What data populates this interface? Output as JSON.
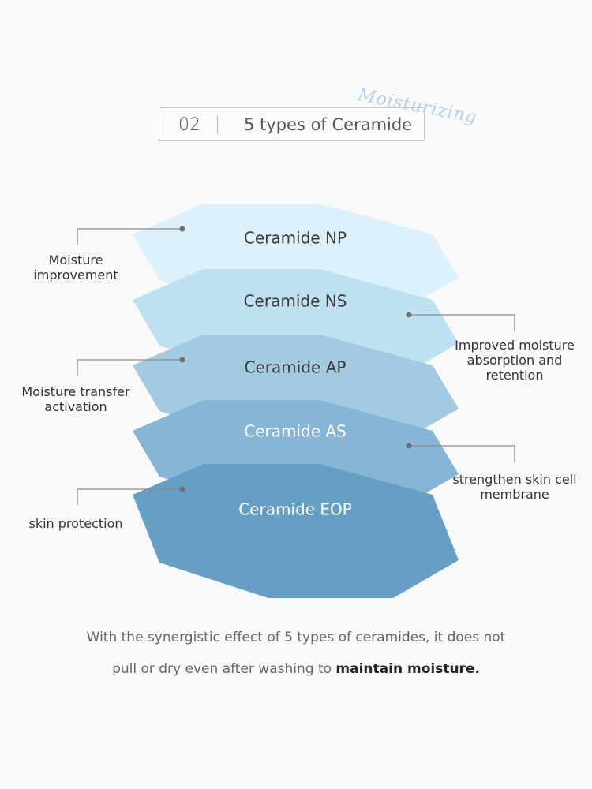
{
  "header": {
    "number": "02",
    "title": "5 types of Ceramide",
    "script_word": "Moisturizing"
  },
  "layers": [
    {
      "name": "Ceramide NP",
      "color": "#dcf1fb",
      "text_color": "#3a3a3a"
    },
    {
      "name": "Ceramide NS",
      "color": "#bfe0f1",
      "text_color": "#3a3a3a"
    },
    {
      "name": "Ceramide AP",
      "color": "#a2cbe2",
      "text_color": "#3a3a3a"
    },
    {
      "name": "Ceramide AS",
      "color": "#86b5d5",
      "text_color": "#ffffff"
    },
    {
      "name": "Ceramide EOP",
      "color": "#669fc3",
      "text_color": "#ffffff"
    }
  ],
  "callouts": [
    {
      "layer": "Ceramide NP",
      "side": "left",
      "text": "Moisture improvement",
      "lines": [
        "Moisture",
        "improvement"
      ]
    },
    {
      "layer": "Ceramide NS",
      "side": "right",
      "text": "Improved moisture absorption and retention",
      "lines": [
        "Improved",
        "moisture",
        "absorption",
        "and retention"
      ]
    },
    {
      "layer": "Ceramide AP",
      "side": "left",
      "text": "Moisture transfer activation",
      "lines": [
        "Moisture",
        "transfer activation"
      ]
    },
    {
      "layer": "Ceramide AS",
      "side": "right",
      "text": "strengthen skin cell membrane",
      "lines": [
        "strengthen skin cell",
        "membrane"
      ]
    },
    {
      "layer": "Ceramide EOP",
      "side": "left",
      "text": "skin protection",
      "lines": [
        "skin protection"
      ]
    }
  ],
  "caption": {
    "line1": "With the synergistic effect of 5 types of ceramides, it does not",
    "line2_prefix": "pull or dry even after washing to ",
    "line2_emphasis": "maintain moisture."
  },
  "colors": {
    "leader_line": "#8a8a8a",
    "leader_dot": "#6f6f6f"
  }
}
